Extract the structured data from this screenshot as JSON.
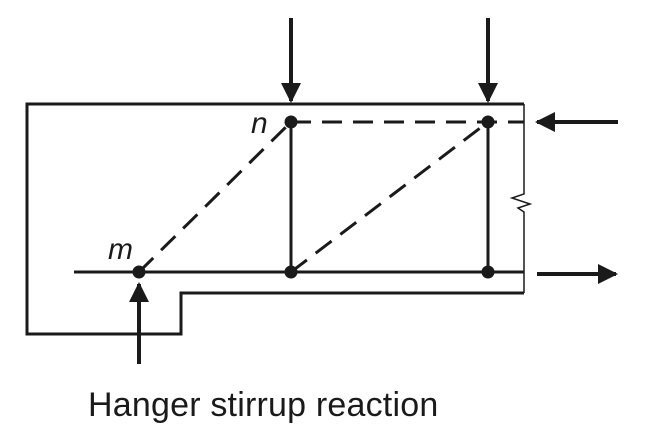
{
  "caption": "Hanger stirrup reaction",
  "nodes": {
    "m": {
      "label": "m"
    },
    "n": {
      "label": "n"
    }
  },
  "colors": {
    "ink": "#1a1a1a",
    "background": "#ffffff"
  }
}
